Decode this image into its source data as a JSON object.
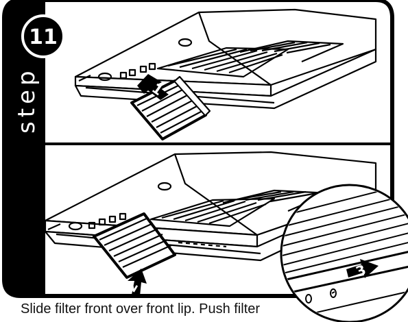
{
  "step": {
    "number": "11",
    "word": "step"
  },
  "arrows": {
    "first": "1",
    "second": "2",
    "third": "3"
  },
  "caption": "Slide filter front over front lip. Push filter",
  "colors": {
    "ink": "#000000",
    "paper": "#ffffff",
    "frame": "#000000"
  }
}
